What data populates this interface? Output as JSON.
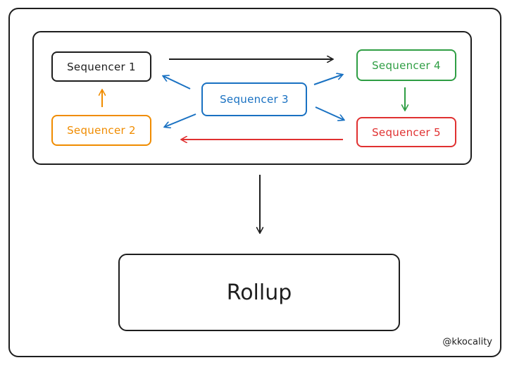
{
  "diagram": {
    "nodes": [
      {
        "id": "seq1",
        "label": "Sequencer 1",
        "color": "#1e1e1e"
      },
      {
        "id": "seq2",
        "label": "Sequencer 2",
        "color": "#f08c00"
      },
      {
        "id": "seq3",
        "label": "Sequencer 3",
        "color": "#1971c2"
      },
      {
        "id": "seq4",
        "label": "Sequencer 4",
        "color": "#2f9e44"
      },
      {
        "id": "seq5",
        "label": "Sequencer 5",
        "color": "#e03131"
      }
    ],
    "rollup": {
      "label": "Rollup",
      "color": "#1e1e1e"
    },
    "edges": [
      {
        "from": "seq1",
        "to": "seq4",
        "color": "#1e1e1e"
      },
      {
        "from": "seq2",
        "to": "seq1",
        "color": "#f08c00"
      },
      {
        "from": "seq3",
        "to": "seq1",
        "color": "#1971c2"
      },
      {
        "from": "seq3",
        "to": "seq2",
        "color": "#1971c2"
      },
      {
        "from": "seq3",
        "to": "seq4",
        "color": "#1971c2"
      },
      {
        "from": "seq3",
        "to": "seq5",
        "color": "#1971c2"
      },
      {
        "from": "seq4",
        "to": "seq5",
        "color": "#2f9e44"
      },
      {
        "from": "seq5",
        "to": "seq2",
        "color": "#e03131"
      },
      {
        "from": "cluster",
        "to": "rollup",
        "color": "#1e1e1e"
      }
    ]
  },
  "credit": "@kkocality"
}
